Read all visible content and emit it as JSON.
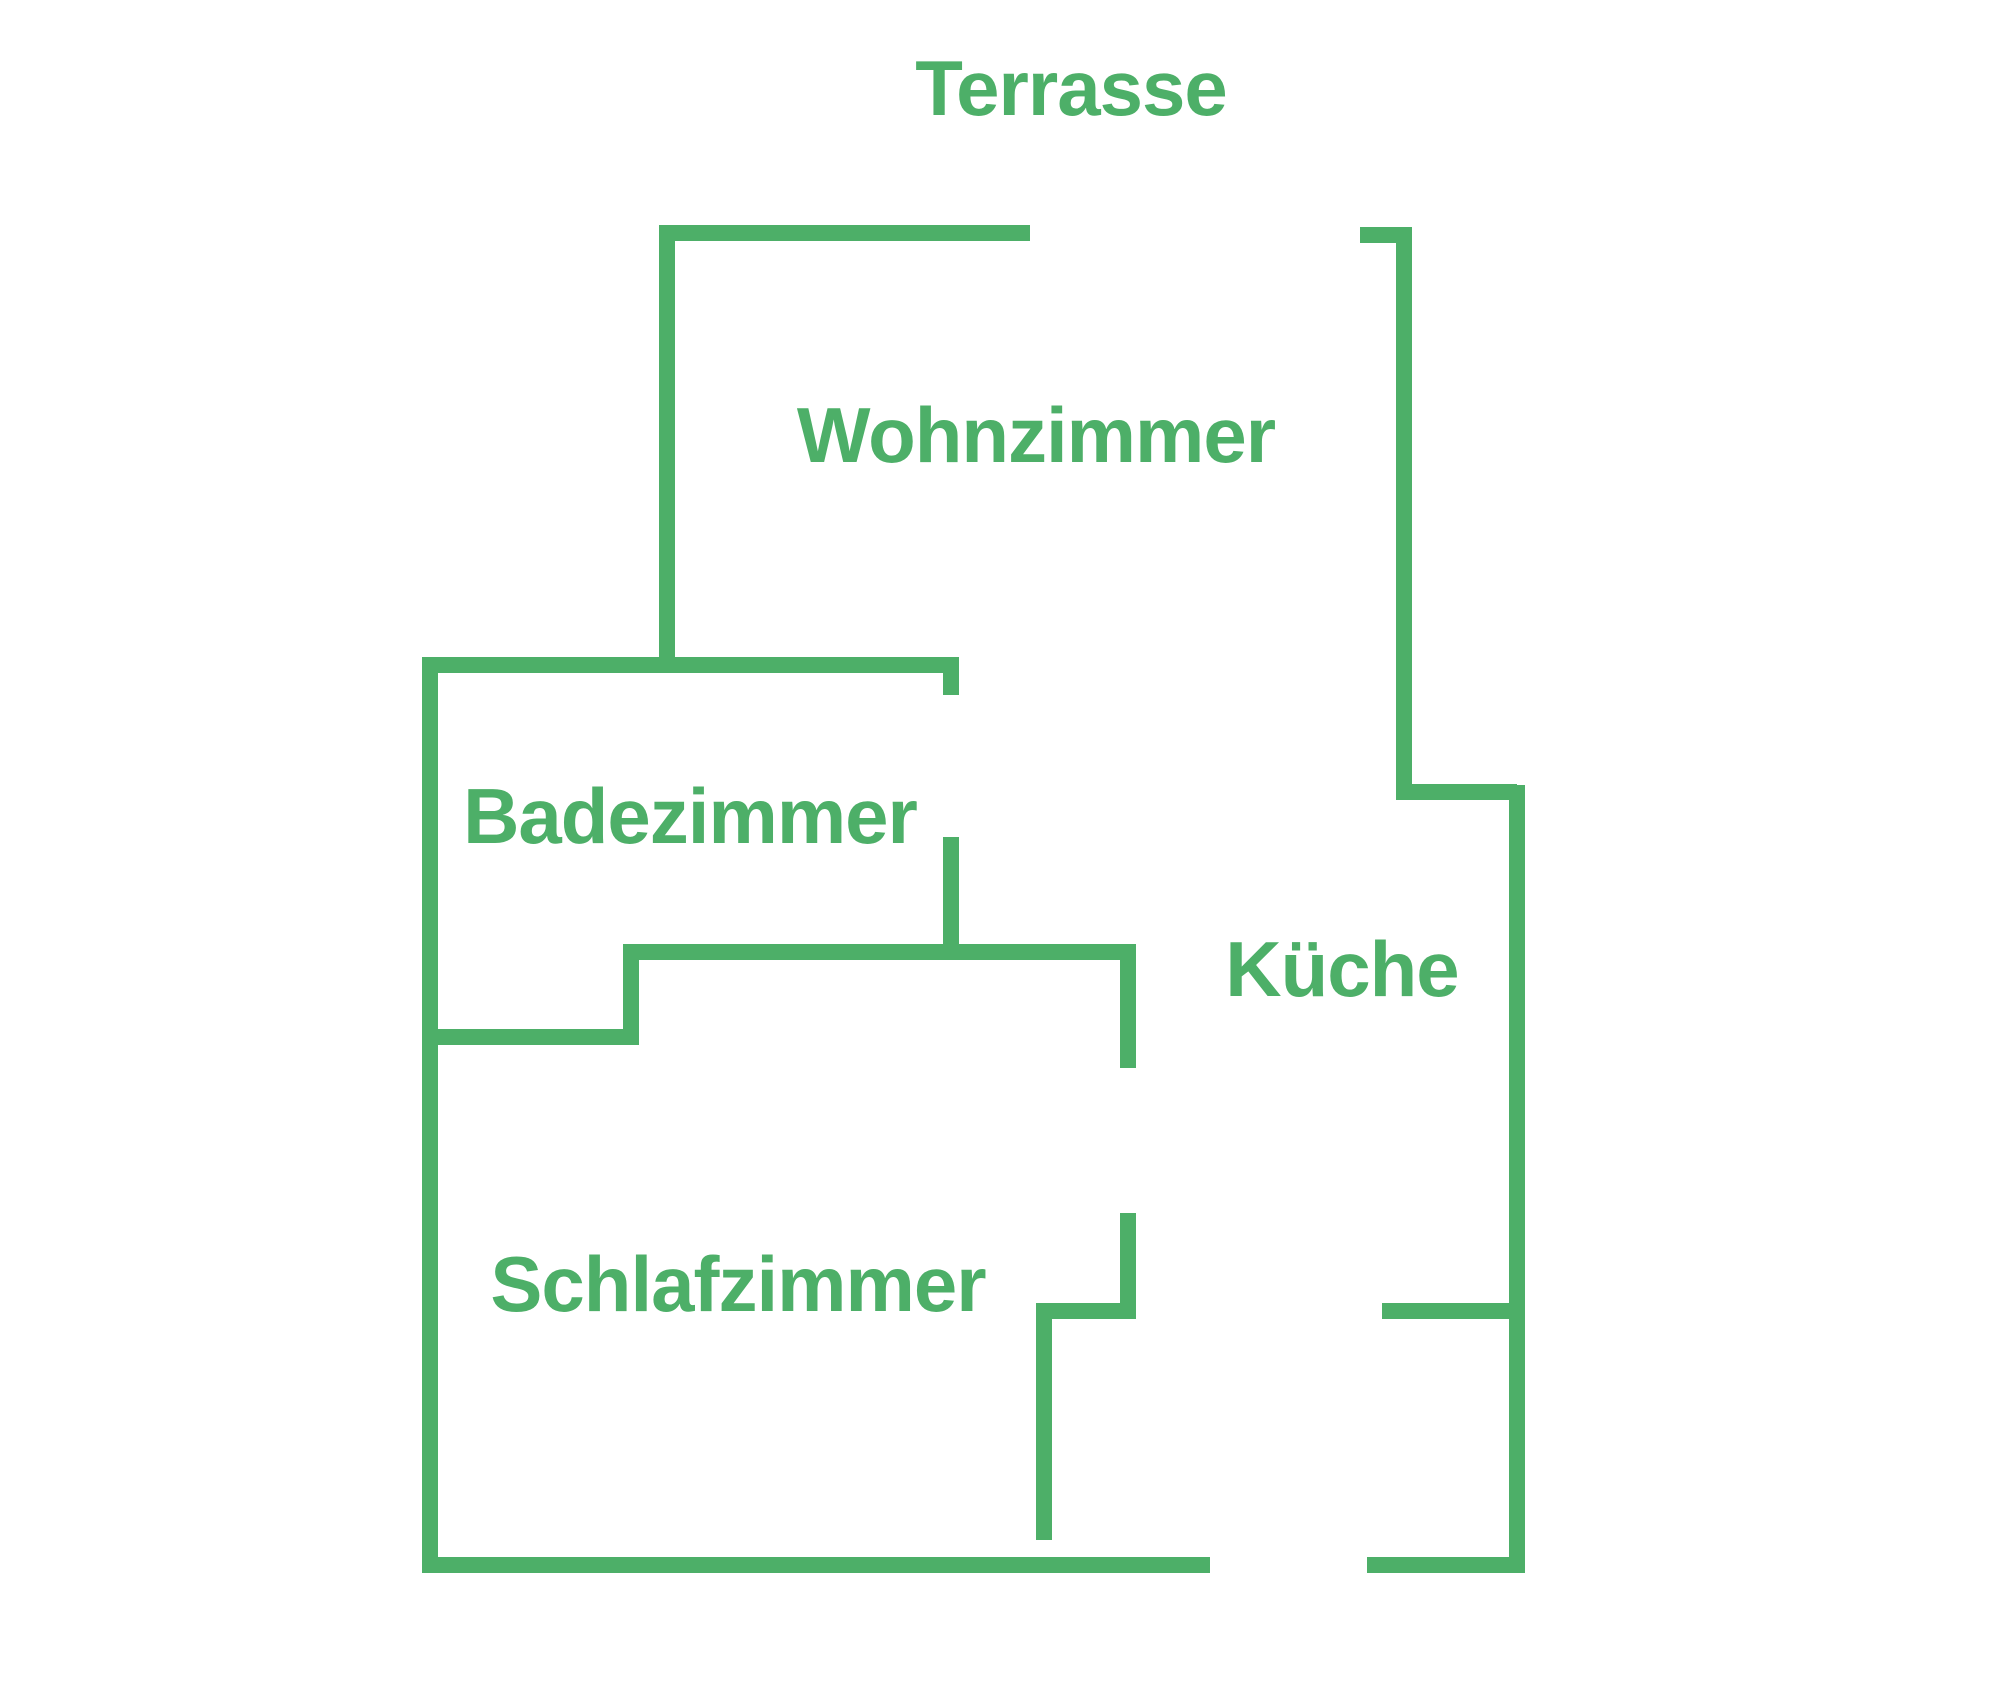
{
  "floor_plan": {
    "wall_color": "#4DAF68",
    "label_color": "#4DAF68",
    "background": "#FFFFFF",
    "labels": {
      "terrace": "Terrasse",
      "living_room": "Wohnzimmer",
      "bathroom": "Badezimmer",
      "kitchen": "Küche",
      "bedroom": "Schlafzimmer"
    }
  }
}
